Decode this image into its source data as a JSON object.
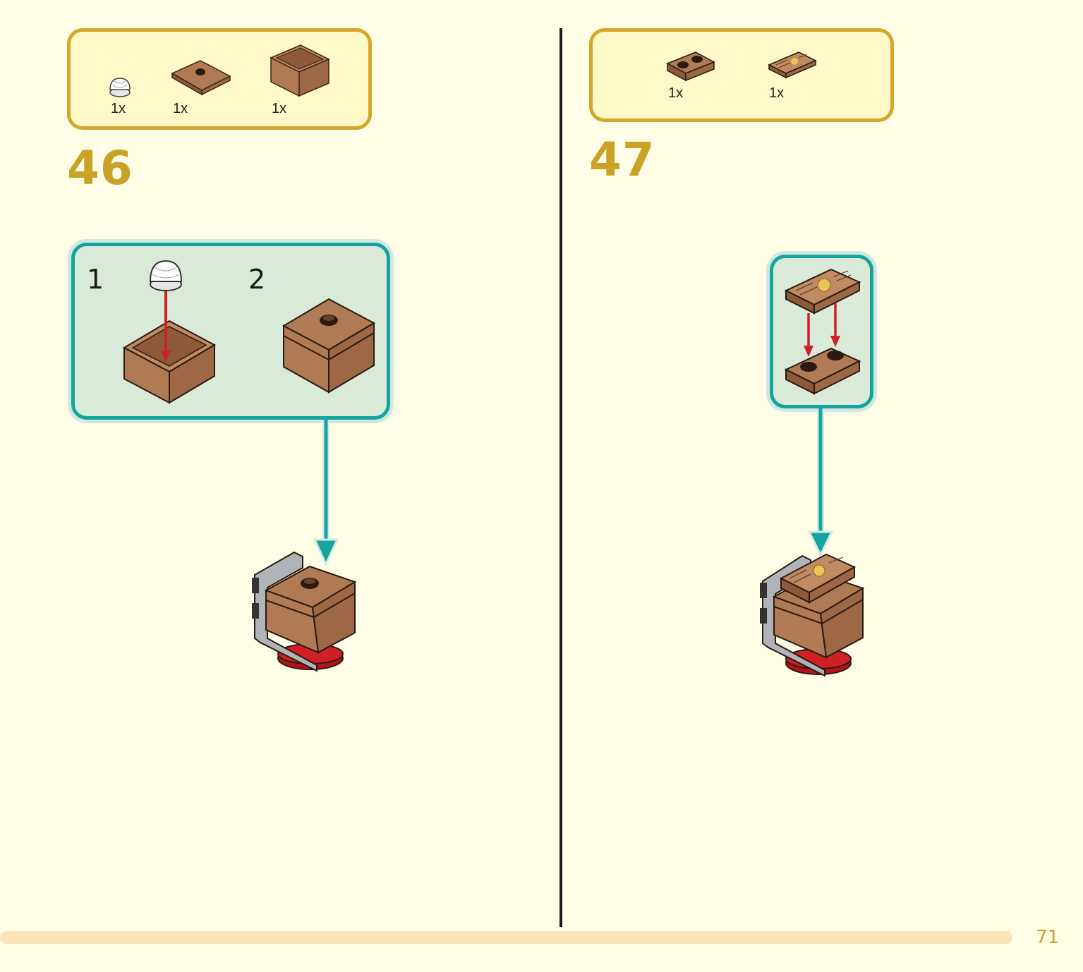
{
  "page_number": "71",
  "colors": {
    "gold": "#c9a227",
    "teal": "#17a3a0",
    "brick_brown": "#b07a55",
    "arrow_red": "#d11f26",
    "background": "#fffde6"
  },
  "steps": [
    {
      "number": "46",
      "parts": [
        {
          "icon": "white-round-dome-icon",
          "qty": "1x"
        },
        {
          "icon": "brown-tile-with-center-stud-icon",
          "qty": "1x"
        },
        {
          "icon": "brown-box-brick-icon",
          "qty": "1x"
        }
      ],
      "substeps": [
        "1",
        "2"
      ]
    },
    {
      "number": "47",
      "parts": [
        {
          "icon": "brown-1x2-plate-icon",
          "qty": "1x"
        },
        {
          "icon": "brown-printed-tile-icon",
          "qty": "1x"
        }
      ]
    }
  ]
}
